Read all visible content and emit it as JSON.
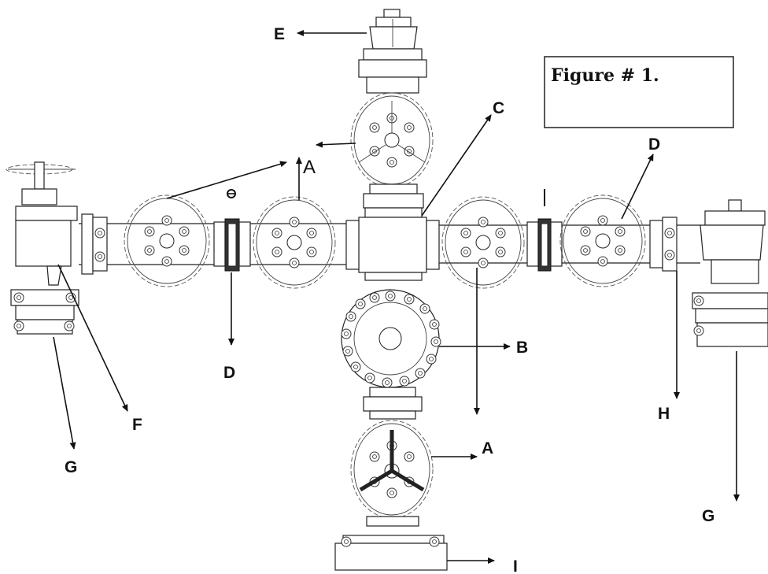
{
  "figure": {
    "caption": "Figure # 1."
  },
  "labels": {
    "A_top": "A",
    "A_bottom": "A",
    "B": "B",
    "C": "C",
    "D_left": "D",
    "D_right": "D",
    "E": "E",
    "F": "F",
    "G_left": "G",
    "G_right": "G",
    "H": "H",
    "I": "I"
  },
  "colors": {
    "line": "#222222",
    "background": "#ffffff"
  }
}
